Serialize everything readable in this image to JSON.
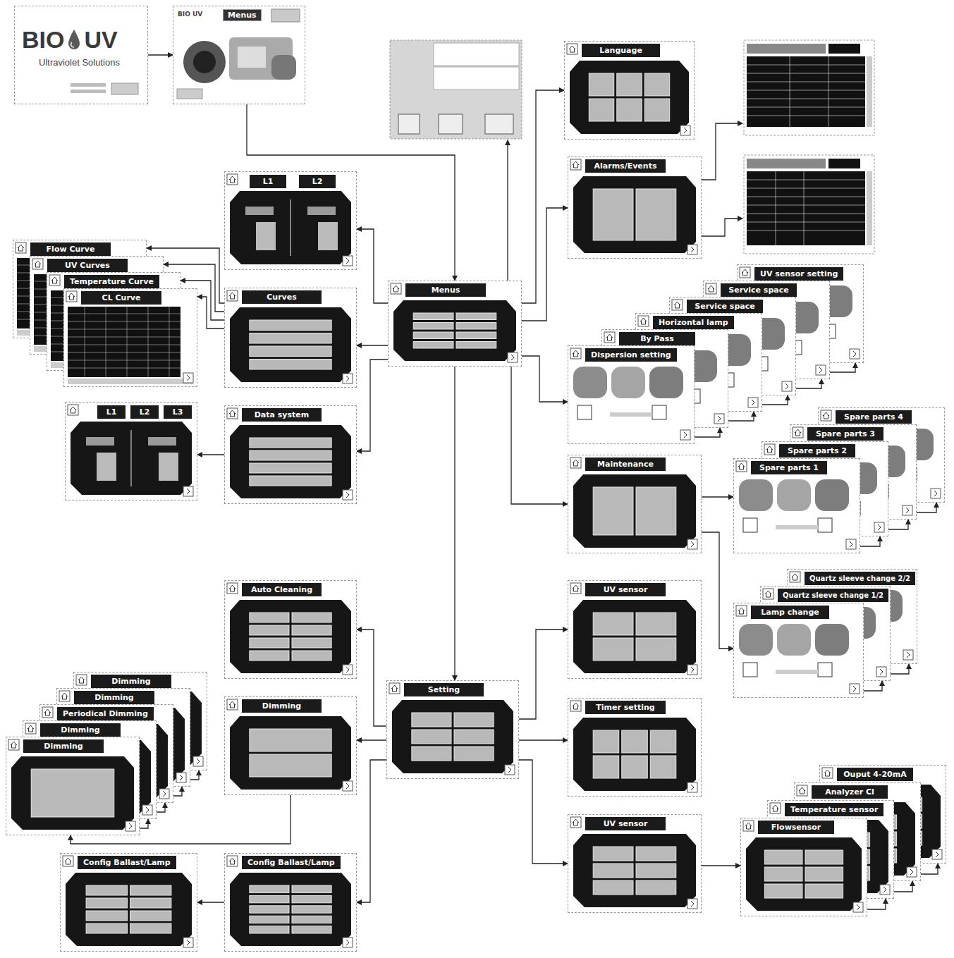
{
  "diagram": {
    "nodes": [
      {
        "text": [
          "BIO",
          "UV",
          "Ultraviolet Solutions"
        ]
      },
      {
        "text": [
          "BIO UV",
          "Menus"
        ]
      },
      {
        "text": [
          "Menus"
        ]
      },
      {
        "text": [
          "L1",
          "L2"
        ]
      },
      {
        "text": [
          "Curves"
        ]
      },
      {
        "text": [
          "Flow Curve"
        ]
      },
      {
        "text": [
          "UV Curves"
        ]
      },
      {
        "text": [
          "Temperature Curve"
        ]
      },
      {
        "text": [
          "CL Curve"
        ]
      },
      {
        "text": [
          "Data system"
        ]
      },
      {
        "text": [
          "L1",
          "L2",
          "L3"
        ]
      },
      {
        "text": [
          "Language"
        ]
      },
      {
        "text": [
          "Alarms/Events"
        ]
      },
      {
        "text": [
          "UV sensor setting"
        ]
      },
      {
        "text": [
          "Service space"
        ]
      },
      {
        "text": [
          "Service space"
        ]
      },
      {
        "text": [
          "Horizontal lamp"
        ]
      },
      {
        "text": [
          "By Pass"
        ]
      },
      {
        "text": [
          "Dispersion setting"
        ]
      },
      {
        "text": [
          "Maintenance"
        ]
      },
      {
        "text": [
          "Spare parts 4"
        ]
      },
      {
        "text": [
          "Spare parts 3"
        ]
      },
      {
        "text": [
          "Spare parts 2"
        ]
      },
      {
        "text": [
          "Spare parts 1"
        ]
      },
      {
        "text": [
          "Quartz sleeve change 2/2"
        ]
      },
      {
        "text": [
          "Quartz sleeve change 1/2"
        ]
      },
      {
        "text": [
          "Lamp change"
        ]
      },
      {
        "text": [
          "Auto Cleaning"
        ]
      },
      {
        "text": [
          "UV sensor"
        ]
      },
      {
        "text": [
          "Dimming"
        ]
      },
      {
        "text": [
          "Dimming"
        ]
      },
      {
        "text": [
          "Periodical Dimming"
        ]
      },
      {
        "text": [
          "Dimming"
        ]
      },
      {
        "text": [
          "Dimming"
        ]
      },
      {
        "text": [
          "Dimming"
        ]
      },
      {
        "text": [
          "Setting"
        ]
      },
      {
        "text": [
          "Timer setting"
        ]
      },
      {
        "text": [
          "Ouput 4-20mA"
        ]
      },
      {
        "text": [
          "Analyzer Cl"
        ]
      },
      {
        "text": [
          "Temperature sensor"
        ]
      },
      {
        "text": [
          "Flowsensor"
        ]
      },
      {
        "text": [
          "Config Ballast/Lamp"
        ]
      },
      {
        "text": [
          "Config Ballast/Lamp"
        ]
      },
      {
        "text": [
          "UV sensor"
        ]
      }
    ],
    "edges": [
      {
        "from": 0,
        "to": 1,
        "arrow": "to"
      },
      {
        "from": 1,
        "to": 2,
        "arrow": "to"
      },
      {
        "from": 2,
        "to": 3,
        "arrow": "to"
      },
      {
        "from": 2,
        "to": 4,
        "arrow": "to"
      },
      {
        "from": 4,
        "to": 5,
        "arrow": "to"
      },
      {
        "from": 4,
        "to": 6,
        "arrow": "to"
      },
      {
        "from": 4,
        "to": 7,
        "arrow": "to"
      },
      {
        "from": 4,
        "to": 8,
        "arrow": "to"
      },
      {
        "from": 2,
        "to": 9,
        "arrow": "to"
      },
      {
        "from": 9,
        "to": 10,
        "arrow": "to"
      },
      {
        "from": 2,
        "to": 11,
        "arrow": "to"
      },
      {
        "from": 2,
        "to": 12,
        "arrow": "to"
      },
      {
        "from": 2,
        "to": 18,
        "arrow": "to"
      },
      {
        "from": 18,
        "to": 17,
        "arrow": "to"
      },
      {
        "from": 17,
        "to": 16,
        "arrow": "to"
      },
      {
        "from": 16,
        "to": 15,
        "arrow": "to"
      },
      {
        "from": 15,
        "to": 14,
        "arrow": "to"
      },
      {
        "from": 14,
        "to": 13,
        "arrow": "to"
      },
      {
        "from": 2,
        "to": 19,
        "arrow": "to"
      },
      {
        "from": 19,
        "to": 23,
        "arrow": "to"
      },
      {
        "from": 23,
        "to": 22,
        "arrow": "to"
      },
      {
        "from": 22,
        "to": 21,
        "arrow": "to"
      },
      {
        "from": 21,
        "to": 20,
        "arrow": "to"
      },
      {
        "from": 19,
        "to": 26,
        "arrow": "to"
      },
      {
        "from": 26,
        "to": 25,
        "arrow": "to"
      },
      {
        "from": 25,
        "to": 24,
        "arrow": "to"
      },
      {
        "from": 2,
        "to": 35,
        "arrow": "to"
      },
      {
        "from": 35,
        "to": 27,
        "arrow": "to"
      },
      {
        "from": 35,
        "to": 34,
        "arrow": "to"
      },
      {
        "from": 34,
        "to": 33,
        "arrow": "to"
      },
      {
        "from": 33,
        "to": 32,
        "arrow": "to"
      },
      {
        "from": 32,
        "to": 31,
        "arrow": "to"
      },
      {
        "from": 31,
        "to": 30,
        "arrow": "to"
      },
      {
        "from": 30,
        "to": 29,
        "arrow": "to"
      },
      {
        "from": 35,
        "to": 42,
        "arrow": "to"
      },
      {
        "from": 42,
        "to": 41,
        "arrow": "to"
      },
      {
        "from": 35,
        "to": 28,
        "arrow": "to"
      },
      {
        "from": 35,
        "to": 36,
        "arrow": "to"
      },
      {
        "from": 35,
        "to": 43,
        "arrow": "to"
      },
      {
        "from": 43,
        "to": 40,
        "arrow": "to"
      },
      {
        "from": 40,
        "to": 39,
        "arrow": "to"
      },
      {
        "from": 39,
        "to": 38,
        "arrow": "to"
      },
      {
        "from": 38,
        "to": 37,
        "arrow": "to"
      }
    ]
  }
}
